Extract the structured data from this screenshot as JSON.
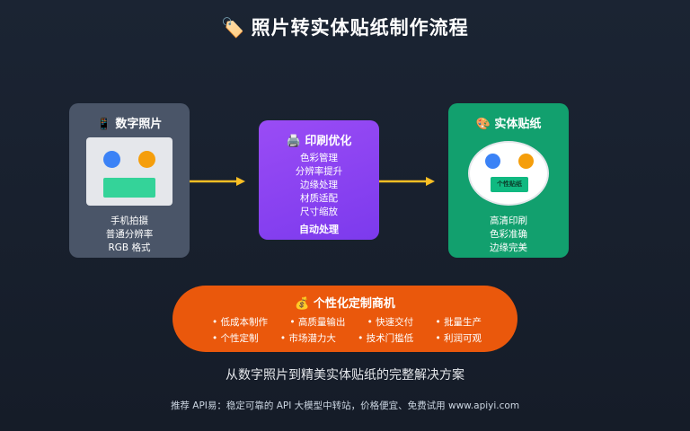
{
  "title": {
    "icon": "🏷️",
    "text": "照片转实体贴纸制作流程"
  },
  "steps": [
    {
      "icon": "📱",
      "title": "数字照片",
      "lines": [
        "手机拍摄",
        "普通分辨率",
        "RGB 格式"
      ]
    },
    {
      "icon": "🖨️",
      "title": "印刷优化",
      "lines": [
        "色彩管理",
        "分辨率提升",
        "边缘处理",
        "材质适配",
        "尺寸缩放"
      ],
      "footer": "自动处理"
    },
    {
      "icon": "🎨",
      "title": "实体贴纸",
      "sticker_label": "个性贴纸",
      "lines": [
        "高清印刷",
        "色彩准确",
        "边缘完美"
      ]
    }
  ],
  "business": {
    "icon": "💰",
    "title": "个性化定制商机",
    "rows": [
      [
        "• 低成本制作",
        "• 高质量输出",
        "• 快速交付",
        "• 批量生产"
      ],
      [
        "• 个性定制",
        "• 市场潜力大",
        "• 技术门槛低",
        "• 利润可观"
      ]
    ]
  },
  "subtitle": "从数字照片到精美实体贴纸的完整解决方案",
  "footer": "推荐 API易：稳定可靠的 API 大模型中转站，价格便宜、免费试用 www.apiyi.com",
  "colors": {
    "background": "#1b2433",
    "photo_box": "#4a5568",
    "print_box": "#8b45f4",
    "sticker_box": "#12a06e",
    "business_box": "#ea580c",
    "arrow": "#fbbf24"
  }
}
